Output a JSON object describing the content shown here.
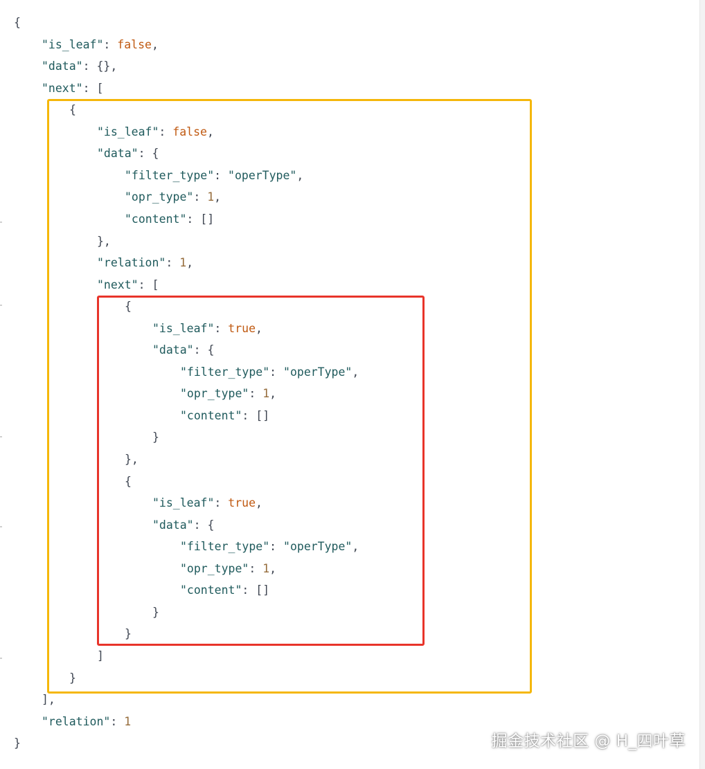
{
  "code": {
    "lines": [
      [
        [
          "{",
          "punct"
        ]
      ],
      [
        [
          "\"is_leaf\"",
          "key"
        ],
        [
          ": ",
          "punct"
        ],
        [
          "false",
          "bool"
        ],
        [
          ",",
          "punct"
        ]
      ],
      [
        [
          "\"data\"",
          "key"
        ],
        [
          ": {},",
          "punct"
        ]
      ],
      [
        [
          "\"next\"",
          "key"
        ],
        [
          ": [",
          "punct"
        ]
      ],
      [
        [
          "{",
          "punct"
        ]
      ],
      [
        [
          "\"is_leaf\"",
          "key"
        ],
        [
          ": ",
          "punct"
        ],
        [
          "false",
          "bool"
        ],
        [
          ",",
          "punct"
        ]
      ],
      [
        [
          "\"data\"",
          "key"
        ],
        [
          ": {",
          "punct"
        ]
      ],
      [
        [
          "\"filter_type\"",
          "key"
        ],
        [
          ": ",
          "punct"
        ],
        [
          "\"operType\"",
          "str"
        ],
        [
          ",",
          "punct"
        ]
      ],
      [
        [
          "\"opr_type\"",
          "key"
        ],
        [
          ": ",
          "punct"
        ],
        [
          "1",
          "num"
        ],
        [
          ",",
          "punct"
        ]
      ],
      [
        [
          "\"content\"",
          "key"
        ],
        [
          ": []",
          "punct"
        ]
      ],
      [
        [
          "},",
          "punct"
        ]
      ],
      [
        [
          "\"relation\"",
          "key"
        ],
        [
          ": ",
          "punct"
        ],
        [
          "1",
          "num"
        ],
        [
          ",",
          "punct"
        ]
      ],
      [
        [
          "\"next\"",
          "key"
        ],
        [
          ": [",
          "punct"
        ]
      ],
      [
        [
          "{",
          "punct"
        ]
      ],
      [
        [
          "\"is_leaf\"",
          "key"
        ],
        [
          ": ",
          "punct"
        ],
        [
          "true",
          "bool"
        ],
        [
          ",",
          "punct"
        ]
      ],
      [
        [
          "\"data\"",
          "key"
        ],
        [
          ": {",
          "punct"
        ]
      ],
      [
        [
          "\"filter_type\"",
          "key"
        ],
        [
          ": ",
          "punct"
        ],
        [
          "\"operType\"",
          "str"
        ],
        [
          ",",
          "punct"
        ]
      ],
      [
        [
          "\"opr_type\"",
          "key"
        ],
        [
          ": ",
          "punct"
        ],
        [
          "1",
          "num"
        ],
        [
          ",",
          "punct"
        ]
      ],
      [
        [
          "\"content\"",
          "key"
        ],
        [
          ": []",
          "punct"
        ]
      ],
      [
        [
          "}",
          "punct"
        ]
      ],
      [
        [
          "},",
          "punct"
        ]
      ],
      [
        [
          "{",
          "punct"
        ]
      ],
      [
        [
          "\"is_leaf\"",
          "key"
        ],
        [
          ": ",
          "punct"
        ],
        [
          "true",
          "bool"
        ],
        [
          ",",
          "punct"
        ]
      ],
      [
        [
          "\"data\"",
          "key"
        ],
        [
          ": {",
          "punct"
        ]
      ],
      [
        [
          "\"filter_type\"",
          "key"
        ],
        [
          ": ",
          "punct"
        ],
        [
          "\"operType\"",
          "str"
        ],
        [
          ",",
          "punct"
        ]
      ],
      [
        [
          "\"opr_type\"",
          "key"
        ],
        [
          ": ",
          "punct"
        ],
        [
          "1",
          "num"
        ],
        [
          ",",
          "punct"
        ]
      ],
      [
        [
          "\"content\"",
          "key"
        ],
        [
          ": []",
          "punct"
        ]
      ],
      [
        [
          "}",
          "punct"
        ]
      ],
      [
        [
          "}",
          "punct"
        ]
      ],
      [
        [
          "]",
          "punct"
        ]
      ],
      [
        [
          "}",
          "punct"
        ]
      ],
      [
        [
          "],",
          "punct"
        ]
      ],
      [
        [
          "\"relation\"",
          "key"
        ],
        [
          ": ",
          "punct"
        ],
        [
          "1",
          "num"
        ]
      ],
      [
        [
          "}",
          "punct"
        ]
      ]
    ]
  },
  "highlights": {
    "outer_color": "#f5b70a",
    "inner_color": "#e8342a"
  },
  "watermark": {
    "text": "掘金技术社区 @ H_四叶草"
  }
}
